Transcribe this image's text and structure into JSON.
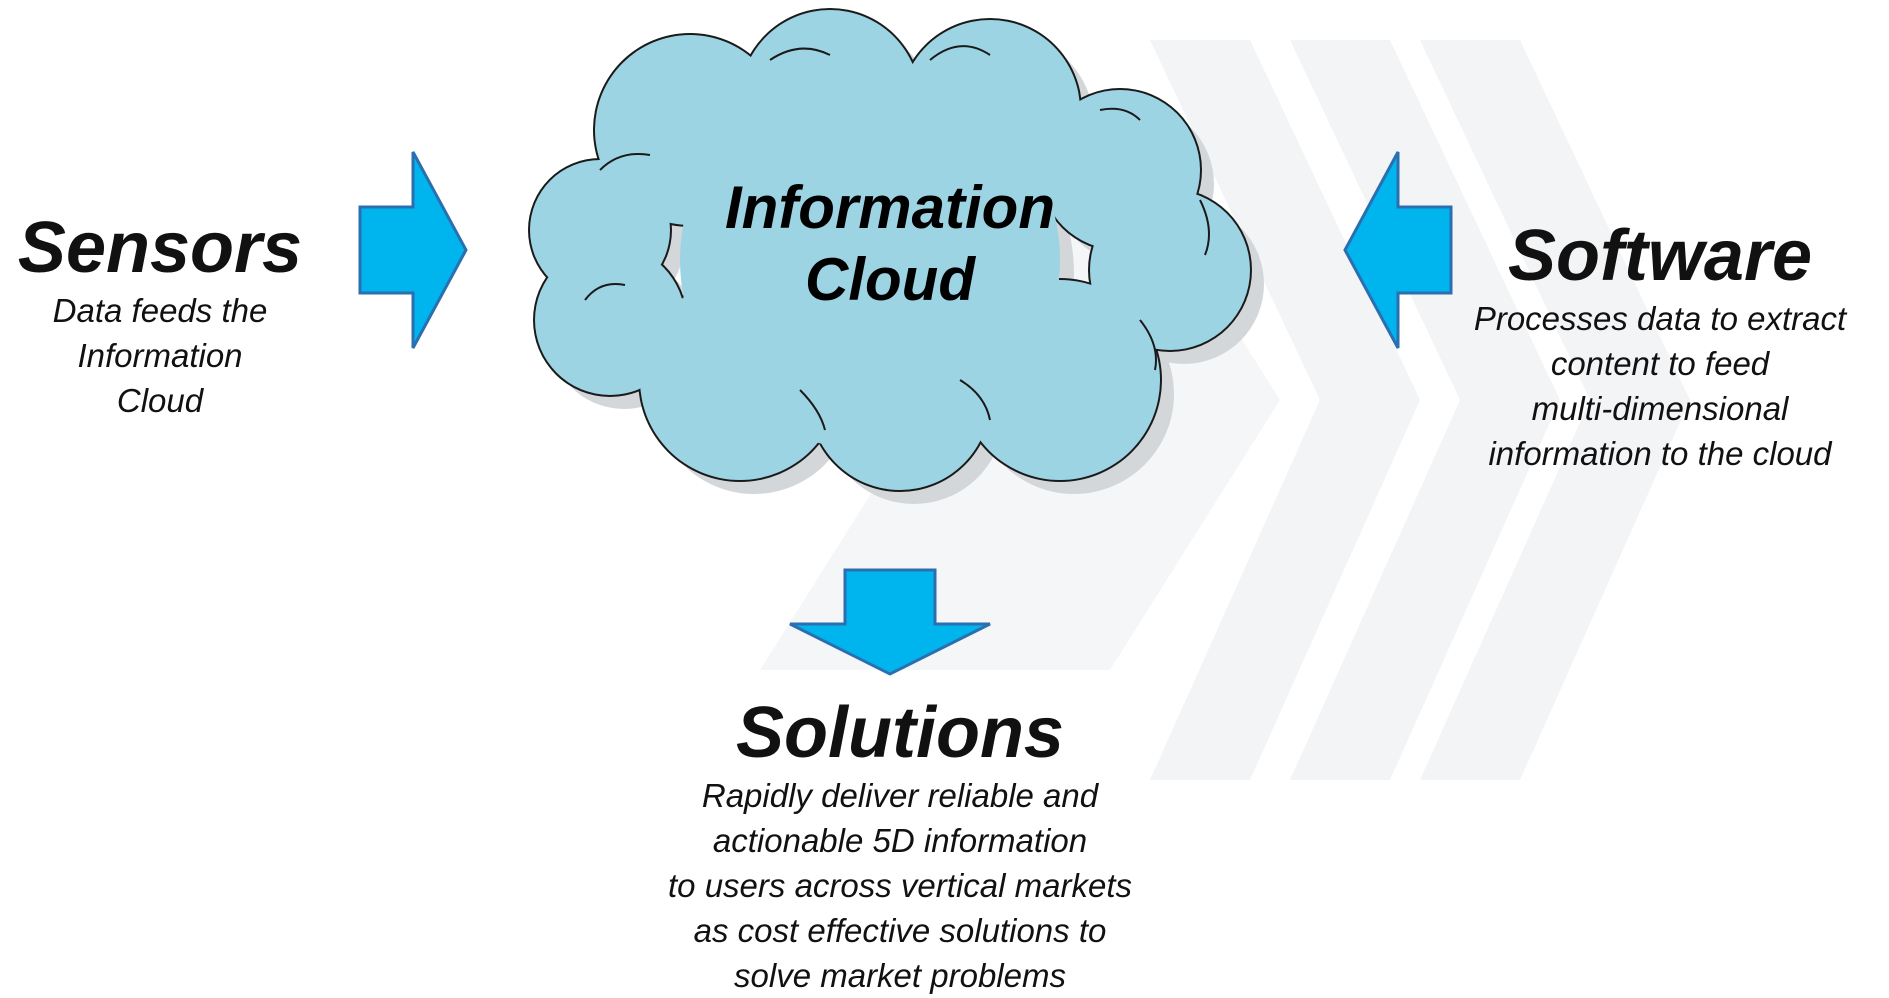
{
  "cloud": {
    "line1": "Information",
    "line2": "Cloud",
    "fill_color": "#9dd4e3"
  },
  "sensors": {
    "title": "Sensors",
    "lines": [
      "Data feeds the",
      "Information",
      "Cloud"
    ]
  },
  "software": {
    "title": "Software",
    "lines": [
      "Processes data to extract",
      "content to feed",
      "multi-dimensional",
      "information to the cloud"
    ]
  },
  "solutions": {
    "title": "Solutions",
    "lines": [
      "Rapidly deliver reliable and",
      "actionable 5D information",
      "to users across vertical markets",
      "as cost effective solutions to",
      "solve market problems"
    ]
  },
  "colors": {
    "arrow_fill": "#00b4ee",
    "arrow_stroke": "#2a6fb0",
    "watermark": "#f2f4f6"
  }
}
